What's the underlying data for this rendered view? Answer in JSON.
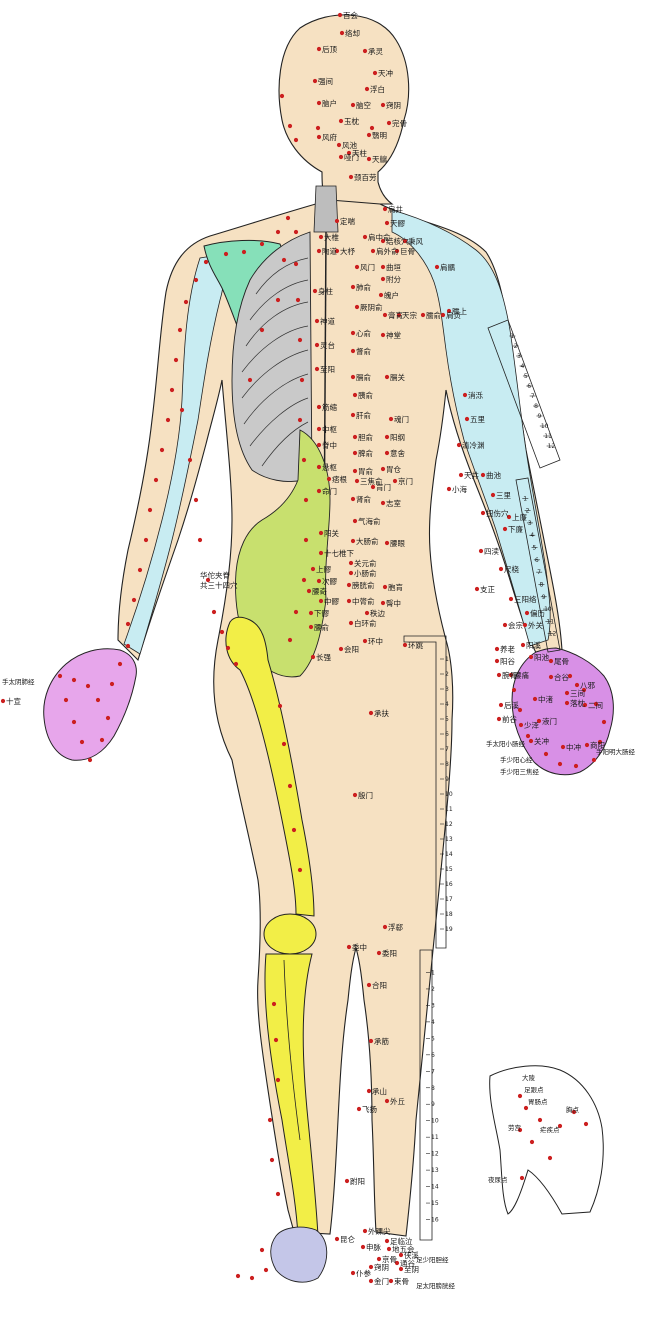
{
  "colors": {
    "skin": "#f6e1c2",
    "scapula": "#86e0b9",
    "ribs": "#c9c9c9",
    "spine": "#bdbdbd",
    "pelvis": "#c8e06e",
    "arm_bone": "#c8ecf2",
    "femur": "#f2ee47",
    "hand_left": "#e7a6eb",
    "hand_right": "#d890e6",
    "foot": "#c4c6e8",
    "point": "#cc1f1f"
  },
  "points": [
    {
      "id": "baihui",
      "text": "百会"
    },
    {
      "id": "luoque",
      "text": "络却"
    },
    {
      "id": "houding",
      "text": "后顶"
    },
    {
      "id": "chengling",
      "text": "承灵"
    },
    {
      "id": "tianchong",
      "text": "天冲"
    },
    {
      "id": "qiangjian",
      "text": "强间"
    },
    {
      "id": "fubai",
      "text": "浮白"
    },
    {
      "id": "naohu",
      "text": "脑户"
    },
    {
      "id": "naokong",
      "text": "脑空"
    },
    {
      "id": "touqiaoyin",
      "text": "窍阴"
    },
    {
      "id": "wangu",
      "text": "完骨"
    },
    {
      "id": "yuzhen",
      "text": "玉枕"
    },
    {
      "id": "fengfu",
      "text": "风府"
    },
    {
      "id": "fengchi",
      "text": "风池"
    },
    {
      "id": "tianzhu",
      "text": "天柱"
    },
    {
      "id": "yiming",
      "text": "翳明"
    },
    {
      "id": "yamen",
      "text": "哑门"
    },
    {
      "id": "tianyou",
      "text": "天牖"
    },
    {
      "id": "jingbailao",
      "text": "颈百劳"
    },
    {
      "id": "jianjing",
      "text": "肩井"
    },
    {
      "id": "tianliao",
      "text": "天髎"
    },
    {
      "id": "dingchuan",
      "text": "定喘"
    },
    {
      "id": "jiantongshu",
      "text": "肩中俞"
    },
    {
      "id": "jiehexue",
      "text": "结核穴"
    },
    {
      "id": "bingfeng",
      "text": "秉风"
    },
    {
      "id": "jugu",
      "text": "巨骨"
    },
    {
      "id": "dazhui",
      "text": "大椎"
    },
    {
      "id": "jianwaishu",
      "text": "肩外俞"
    },
    {
      "id": "taodao",
      "text": "陶道"
    },
    {
      "id": "dazhu",
      "text": "大杼"
    },
    {
      "id": "fengmen",
      "text": "风门"
    },
    {
      "id": "quyuan",
      "text": "曲垣"
    },
    {
      "id": "fufen",
      "text": "附分"
    },
    {
      "id": "jianyu",
      "text": "肩髃"
    },
    {
      "id": "shenzhu",
      "text": "身柱"
    },
    {
      "id": "feishu",
      "text": "肺俞"
    },
    {
      "id": "pohu",
      "text": "魄户"
    },
    {
      "id": "jueyinshu",
      "text": "厥阴俞"
    },
    {
      "id": "gaohuang",
      "text": "膏肓"
    },
    {
      "id": "tianzong",
      "text": "天宗"
    },
    {
      "id": "naoshu",
      "text": "臑俞"
    },
    {
      "id": "jianzhen",
      "text": "肩贞"
    },
    {
      "id": "naoshang",
      "text": "臑上"
    },
    {
      "id": "shendao",
      "text": "神道"
    },
    {
      "id": "xinshu",
      "text": "心俞"
    },
    {
      "id": "shentang",
      "text": "神堂"
    },
    {
      "id": "lingtai",
      "text": "灵台"
    },
    {
      "id": "dushu",
      "text": "督俞"
    },
    {
      "id": "yixi",
      "text": "譩譆"
    },
    {
      "id": "zhiyang",
      "text": "至阳"
    },
    {
      "id": "geshu",
      "text": "膈俞"
    },
    {
      "id": "geguan",
      "text": "膈关"
    },
    {
      "id": "yishu",
      "text": "胰俞"
    },
    {
      "id": "xiaoluo",
      "text": "消泺"
    },
    {
      "id": "jinsuo",
      "text": "筋缩"
    },
    {
      "id": "ganshu",
      "text": "肝俞"
    },
    {
      "id": "hunmen",
      "text": "魂门"
    },
    {
      "id": "wuli",
      "text": "五里"
    },
    {
      "id": "zhongshu",
      "text": "中枢"
    },
    {
      "id": "danshu",
      "text": "胆俞"
    },
    {
      "id": "yanggang",
      "text": "阳纲"
    },
    {
      "id": "qinglengyuan",
      "text": "清冷渊"
    },
    {
      "id": "jizhong",
      "text": "脊中"
    },
    {
      "id": "pishu",
      "text": "脾俞"
    },
    {
      "id": "yishe",
      "text": "意舍"
    },
    {
      "id": "weishu",
      "text": "胃俞"
    },
    {
      "id": "weicang",
      "text": "胃仓"
    },
    {
      "id": "quchi",
      "text": "曲池"
    },
    {
      "id": "xuanshu",
      "text": "悬枢"
    },
    {
      "id": "sanjiaoshu",
      "text": "三焦俞"
    },
    {
      "id": "huangmen",
      "text": "肓门"
    },
    {
      "id": "jingmen",
      "text": "京门"
    },
    {
      "id": "tianjing",
      "text": "天井"
    },
    {
      "id": "xiaohai",
      "text": "小海"
    },
    {
      "id": "pigen",
      "text": "痞根"
    },
    {
      "id": "mingmen",
      "text": "命门"
    },
    {
      "id": "shenshu",
      "text": "肾俞"
    },
    {
      "id": "zhishi",
      "text": "志室"
    },
    {
      "id": "sanli",
      "text": "三里"
    },
    {
      "id": "qishangxue",
      "text": "扭伤穴"
    },
    {
      "id": "shanglian",
      "text": "上廉"
    },
    {
      "id": "xialian",
      "text": "下廉"
    },
    {
      "id": "yaoyangguan",
      "text": "阳关"
    },
    {
      "id": "qihaishu",
      "text": "气海俞"
    },
    {
      "id": "dachangshu",
      "text": "大肠俞"
    },
    {
      "id": "yaoyan",
      "text": "腰眼"
    },
    {
      "id": "sidu",
      "text": "四渎"
    },
    {
      "id": "shiqizhuixia",
      "text": "十七椎下"
    },
    {
      "id": "chize",
      "text": "尺桡"
    },
    {
      "id": "guanyuanshu",
      "text": "关元俞"
    },
    {
      "id": "xiaochangshu",
      "text": "小肠俞"
    },
    {
      "id": "shangliao",
      "text": "上髎"
    },
    {
      "id": "ciliao",
      "text": "次髎"
    },
    {
      "id": "pangguangshu",
      "text": "膀胱俞"
    },
    {
      "id": "baohuang",
      "text": "胞肓"
    },
    {
      "id": "zhengzheng",
      "text": "支正"
    },
    {
      "id": "sanyangluo",
      "text": "三阳络"
    },
    {
      "id": "yaoqi",
      "text": "腰奇"
    },
    {
      "id": "zhongliao",
      "text": "中髎"
    },
    {
      "id": "zhonglvshu",
      "text": "中膂俞"
    },
    {
      "id": "tunzhong",
      "text": "臀中"
    },
    {
      "id": "xialiao",
      "text": "下髎"
    },
    {
      "id": "zhibian",
      "text": "秩边"
    },
    {
      "id": "huizong",
      "text": "会宗"
    },
    {
      "id": "waiguan",
      "text": "外关"
    },
    {
      "id": "yaoshu",
      "text": "腰俞"
    },
    {
      "id": "baihuanshu",
      "text": "白环俞"
    },
    {
      "id": "pianli",
      "text": "偏历"
    },
    {
      "id": "huantiao",
      "text": "环跳"
    },
    {
      "id": "huanzhong",
      "text": "环中"
    },
    {
      "id": "huiyang",
      "text": "会阳"
    },
    {
      "id": "changqiang",
      "text": "长强"
    },
    {
      "id": "yanglao",
      "text": "养老"
    },
    {
      "id": "yangchi",
      "text": "阳池"
    },
    {
      "id": "yangxi",
      "text": "阳溪"
    },
    {
      "id": "yanggu",
      "text": "阳谷"
    },
    {
      "id": "yaotongdian",
      "text": "腰痛"
    },
    {
      "id": "hegu",
      "text": "合谷"
    },
    {
      "id": "baxie",
      "text": "八邪"
    },
    {
      "id": "wangu_hand",
      "text": "腕骨"
    },
    {
      "id": "weiyang",
      "text": "尾骨"
    },
    {
      "id": "zhongzhu",
      "text": "中渚"
    },
    {
      "id": "sanjian",
      "text": "三间"
    },
    {
      "id": "erjian",
      "text": "二间"
    },
    {
      "id": "luozhen",
      "text": "落枕"
    },
    {
      "id": "houxi",
      "text": "后溪"
    },
    {
      "id": "qiangu",
      "text": "前谷"
    },
    {
      "id": "yemen",
      "text": "液门"
    },
    {
      "id": "shaoze",
      "text": "少泽"
    },
    {
      "id": "guanchong",
      "text": "关冲"
    },
    {
      "id": "zhongchong",
      "text": "中冲"
    },
    {
      "id": "shangyang",
      "text": "商阳"
    },
    {
      "id": "chengfu",
      "text": "承扶"
    },
    {
      "id": "yinmen",
      "text": "殷门"
    },
    {
      "id": "fuxi",
      "text": "浮郄"
    },
    {
      "id": "weizhong",
      "text": "委中"
    },
    {
      "id": "weiyang2",
      "text": "委阳"
    },
    {
      "id": "heyang",
      "text": "合阳"
    },
    {
      "id": "chengjin",
      "text": "承筋"
    },
    {
      "id": "chengshan",
      "text": "承山"
    },
    {
      "id": "waiqiu",
      "text": "外丘"
    },
    {
      "id": "feiyang",
      "text": "飞扬"
    },
    {
      "id": "fuyang",
      "text": "跗阳"
    },
    {
      "id": "waihuaijian",
      "text": "外踝尖"
    },
    {
      "id": "kunlun",
      "text": "昆仑"
    },
    {
      "id": "zulinqi",
      "text": "足临泣"
    },
    {
      "id": "shenmai",
      "text": "申脉"
    },
    {
      "id": "diwuhui",
      "text": "地五会"
    },
    {
      "id": "xiaxi",
      "text": "侠溪"
    },
    {
      "id": "jinggu",
      "text": "京骨"
    },
    {
      "id": "tonggu",
      "text": "通谷"
    },
    {
      "id": "zuqiaoyin",
      "text": "窍阴"
    },
    {
      "id": "pucan",
      "text": "仆参"
    },
    {
      "id": "jinmen",
      "text": "金门"
    },
    {
      "id": "shugu",
      "text": "束骨"
    },
    {
      "id": "zhiyin",
      "text": "至阴"
    },
    {
      "id": "huatuo",
      "text": "华佗夹脊"
    },
    {
      "id": "huatuo2",
      "text": "共三十四穴"
    },
    {
      "id": "shixuan",
      "text": "十宣"
    }
  ],
  "meridians": {
    "hand_taiyin_lung": "手太阴肺经",
    "hand_taiyang_small": "手太阳小肠经",
    "hand_shaoyang_sanjiao": "手少阳三焦经",
    "hand_shaoyin_heart": "手少阳心经",
    "hand_yangming_large": "手阳明大肠经",
    "foot_shaoyang_gall": "足少阳胆经",
    "foot_taiyang_bladder": "足太阳膀胱经"
  },
  "palm": {
    "dalin": "大陵",
    "zugendian": "足跟点",
    "weichangdian": "胃肠点",
    "xiongdian": "胸点",
    "laogong": "劳宫",
    "zhinuedian": "疟疾点",
    "yeniaodian": "夜尿点"
  },
  "rulers": {
    "arm": [
      "1",
      "2",
      "3",
      "4",
      "5",
      "6",
      "7",
      "8",
      "9",
      "10",
      "11",
      "12"
    ],
    "forearm": [
      "1",
      "2",
      "3",
      "4",
      "5",
      "6",
      "7",
      "8",
      "9",
      "10",
      "11",
      "12"
    ],
    "thigh": [
      "1",
      "2",
      "3",
      "4",
      "5",
      "6",
      "7",
      "8",
      "9",
      "10",
      "11",
      "12",
      "13",
      "14",
      "15",
      "16",
      "17",
      "18",
      "19"
    ],
    "leg": [
      "1",
      "2",
      "3",
      "4",
      "5",
      "6",
      "7",
      "8",
      "9",
      "10",
      "11",
      "12",
      "13",
      "14",
      "15",
      "16"
    ]
  }
}
